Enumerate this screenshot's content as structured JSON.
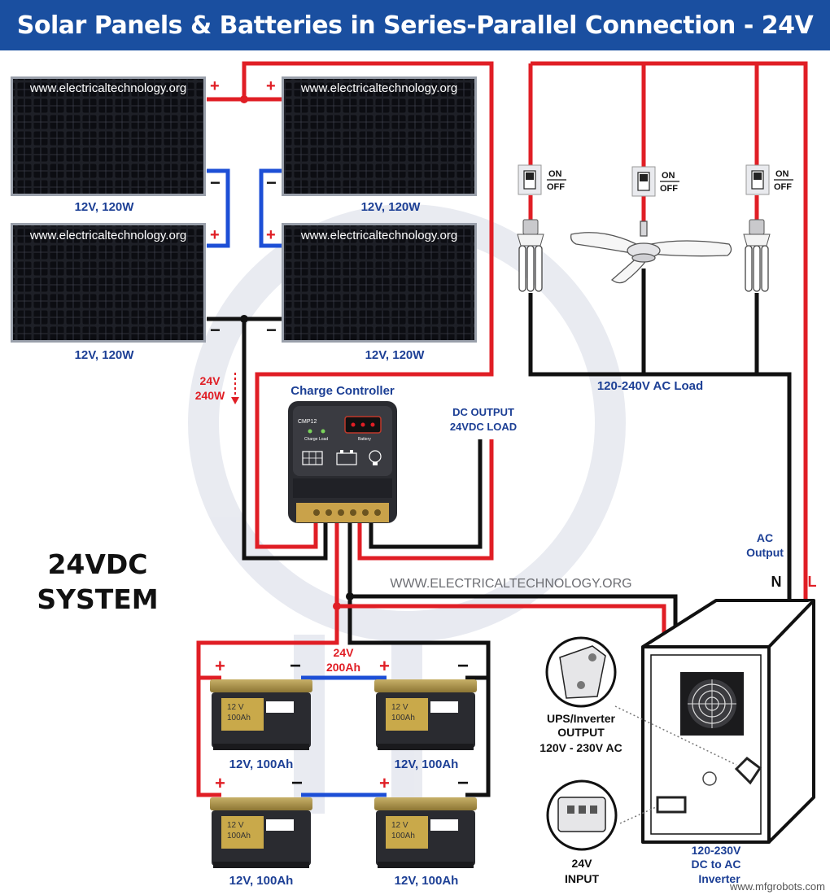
{
  "title": "Solar Panels & Batteries in Series-Parallel Connection - 24V",
  "watermark": "www.electricaltechnology.org",
  "watermark_center": "WWW.ELECTRICALTECHNOLOGY.ORG",
  "footer_watermark": "www.mfgrobots.com",
  "panels": [
    {
      "label": "12V, 120W"
    },
    {
      "label": "12V, 120W"
    },
    {
      "label": "12V, 120W"
    },
    {
      "label": "12V, 120W"
    }
  ],
  "pv_output": {
    "voltage": "24V",
    "power": "240W"
  },
  "charge_controller": {
    "label": "Charge Controller",
    "model": "CMP12",
    "charge": "Charge",
    "load": "Load",
    "battery": "Battery"
  },
  "dc_output": {
    "line1": "DC OUTPUT",
    "line2": "24VDC LOAD"
  },
  "system_label": {
    "line1": "24VDC",
    "line2": "SYSTEM"
  },
  "ac_load": {
    "label": "120-240V AC Load"
  },
  "switches": [
    {
      "on": "ON",
      "off": "OFF"
    },
    {
      "on": "ON",
      "off": "OFF"
    },
    {
      "on": "ON",
      "off": "OFF"
    }
  ],
  "ac_output": {
    "line1": "AC",
    "line2": "Output",
    "neutral": "N",
    "live": "L"
  },
  "battery_bank": {
    "voltage": "24V",
    "capacity": "200Ah"
  },
  "batteries": [
    {
      "face_v": "12 V",
      "face_ah": "100Ah",
      "label": "12V, 100Ah"
    },
    {
      "face_v": "12 V",
      "face_ah": "100Ah",
      "label": "12V, 100Ah"
    },
    {
      "face_v": "12 V",
      "face_ah": "100Ah",
      "label": "12V, 100Ah"
    },
    {
      "face_v": "12 V",
      "face_ah": "100Ah",
      "label": "12V, 100Ah"
    }
  ],
  "terminals": {
    "plus": "+",
    "minus": "−"
  },
  "ups_output": {
    "line1": "UPS/Inverter",
    "line2": "OUTPUT",
    "line3": "120V - 230V AC"
  },
  "dc_input": {
    "line1": "24V",
    "line2": "INPUT"
  },
  "inverter": {
    "line1": "120-230V",
    "line2": "DC to AC",
    "line3": "Inverter"
  },
  "colors": {
    "positive": "#e01e25",
    "negative": "#111111",
    "link": "#1d4fd6",
    "label": "#1c3f95",
    "title_bg": "#1a4fa0"
  }
}
